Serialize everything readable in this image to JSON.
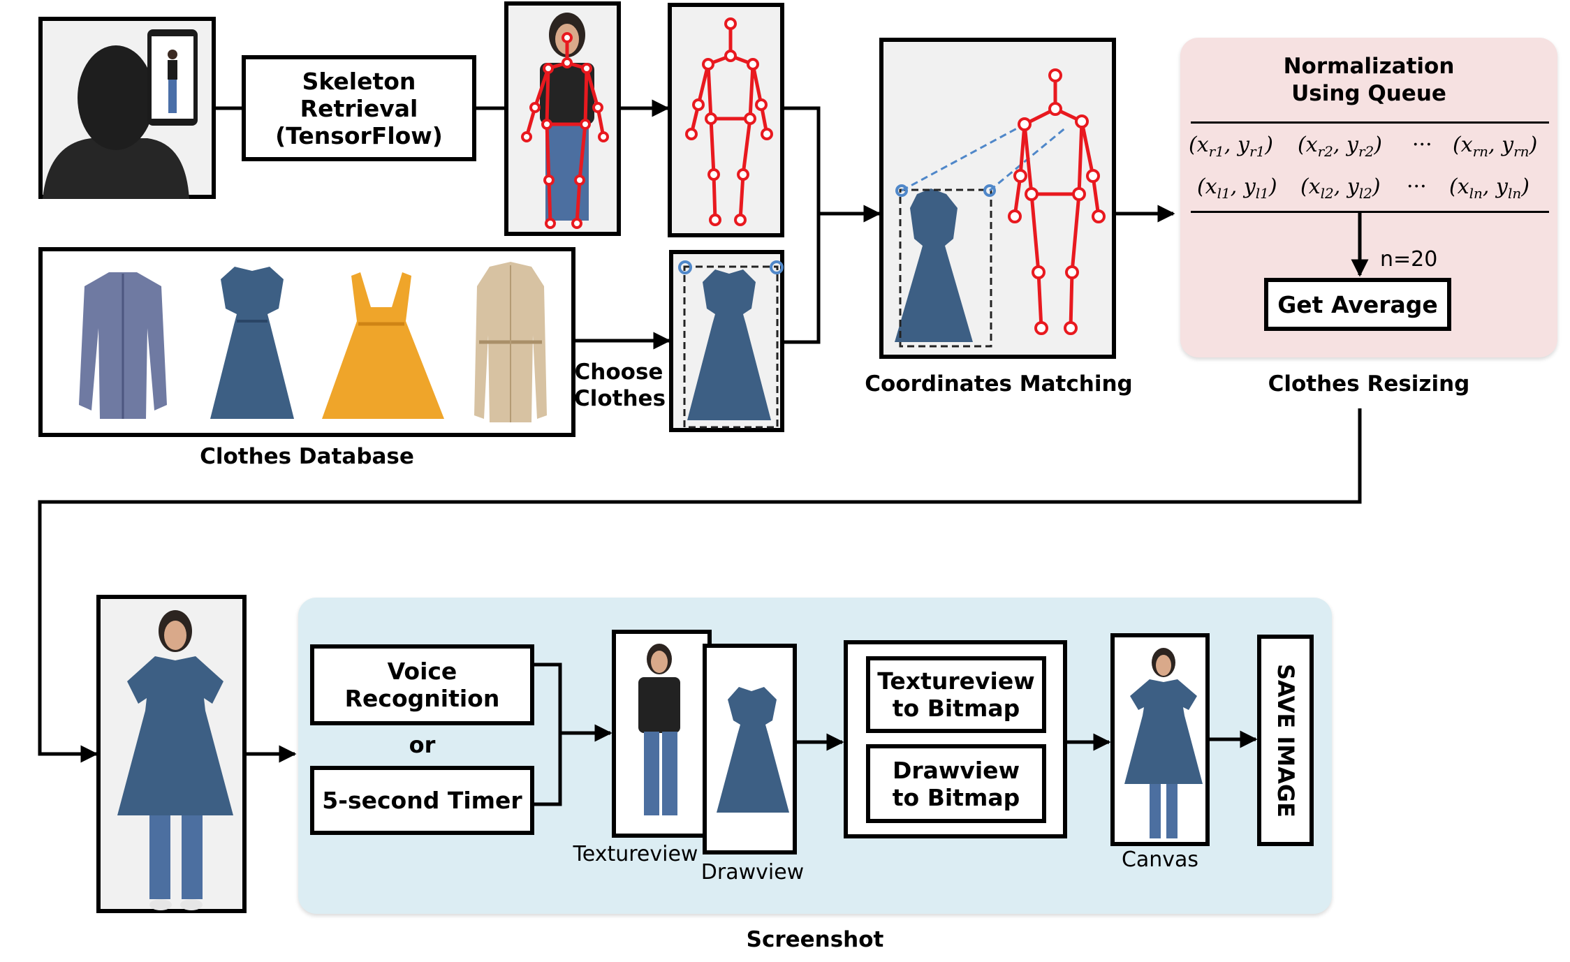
{
  "skeleton_retrieval": {
    "line1": "Skeleton",
    "line2": "Retrieval",
    "line3": "(TensorFlow)"
  },
  "clothes_database": {
    "caption": "Clothes Database"
  },
  "choose_clothes": {
    "line1": "Choose",
    "line2": "Clothes"
  },
  "coordinates_matching": {
    "caption": "Coordinates Matching"
  },
  "normalization": {
    "title_line1": "Normalization",
    "title_line2": "Using Queue",
    "row1": [
      "(x_r1, y_r1)",
      "(x_r2, y_r2)",
      "···",
      "(x_rn, y_rn)"
    ],
    "row2": [
      "(x_l1, y_l1)",
      "(x_l2, y_l2)",
      "···",
      "(x_ln, y_ln)"
    ],
    "n_label": "n=20",
    "get_average": "Get Average",
    "caption": "Clothes Resizing",
    "panel_color": "#f6e1e1"
  },
  "screenshot": {
    "voice_line1": "Voice",
    "voice_line2": "Recognition",
    "or_label": "or",
    "timer": "5-second Timer",
    "textureview_label": "Textureview",
    "drawview_label": "Drawview",
    "tex_bitmap_line1": "Textureview",
    "tex_bitmap_line2": "to Bitmap",
    "draw_bitmap_line1": "Drawview",
    "draw_bitmap_line2": "to Bitmap",
    "canvas_label": "Canvas",
    "save_image": "SAVE IMAGE",
    "caption": "Screenshot",
    "panel_color": "#dcedf3"
  },
  "colors": {
    "skeleton": "#e8191f",
    "match_dash": "#4f87c9",
    "denim": "#3d5f84",
    "yellow_dress": "#efa52a",
    "trench": "#d7c2a2",
    "shirt": "#6f7aa2"
  }
}
